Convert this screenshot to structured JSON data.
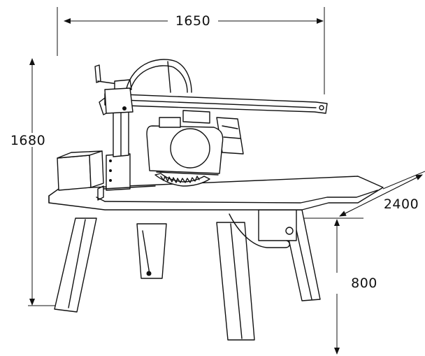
{
  "dimensions": {
    "width_label": "1650",
    "height_label": "1680",
    "depth_label": "2400",
    "table_height_label": "800"
  }
}
